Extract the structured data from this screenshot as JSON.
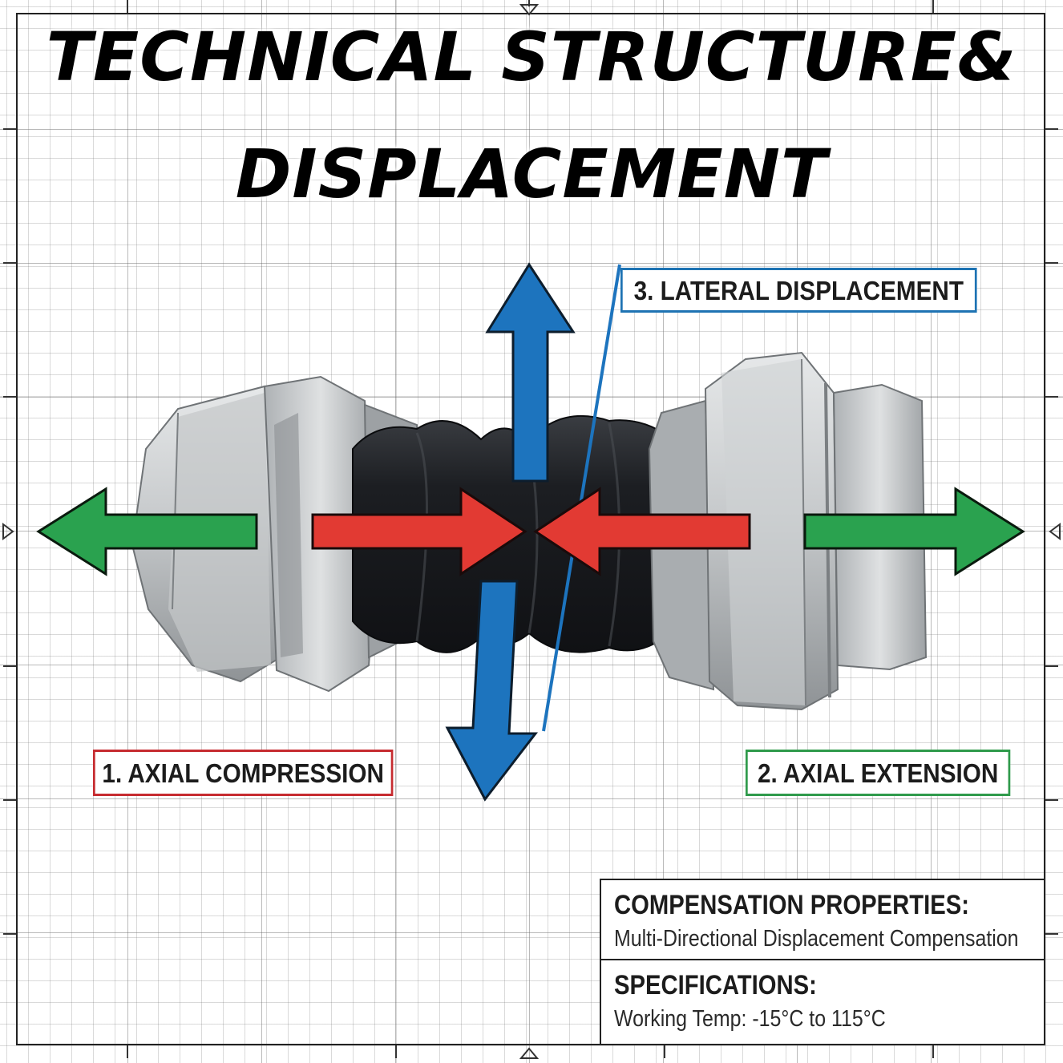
{
  "title": {
    "line1": "TECHNICAL STRUCTURE&",
    "line2": "DISPLACEMENT"
  },
  "labels": {
    "axial_compression": "1. AXIAL COMPRESSION",
    "axial_extension": "2. AXIAL EXTENSION",
    "lateral_displacement": "3. LATERAL DISPLACEMENT"
  },
  "info_box": {
    "compensation_heading": "COMPENSATION PROPERTIES:",
    "compensation_text": "Multi-Directional Displacement Compensation",
    "specifications_heading": "SPECIFICATIONS:",
    "specifications_text": "Working Temp: -15°C to 115°C"
  },
  "colors": {
    "compression_arrow": "#e23a33",
    "extension_arrow": "#2aa24f",
    "lateral_arrow": "#1d74be",
    "metal": "#c9ccce",
    "rubber": "#1b1d20"
  },
  "icons": {
    "compression": "red-inward-arrows",
    "extension": "green-outward-arrows",
    "lateral": "blue-vertical-double-arrow"
  }
}
